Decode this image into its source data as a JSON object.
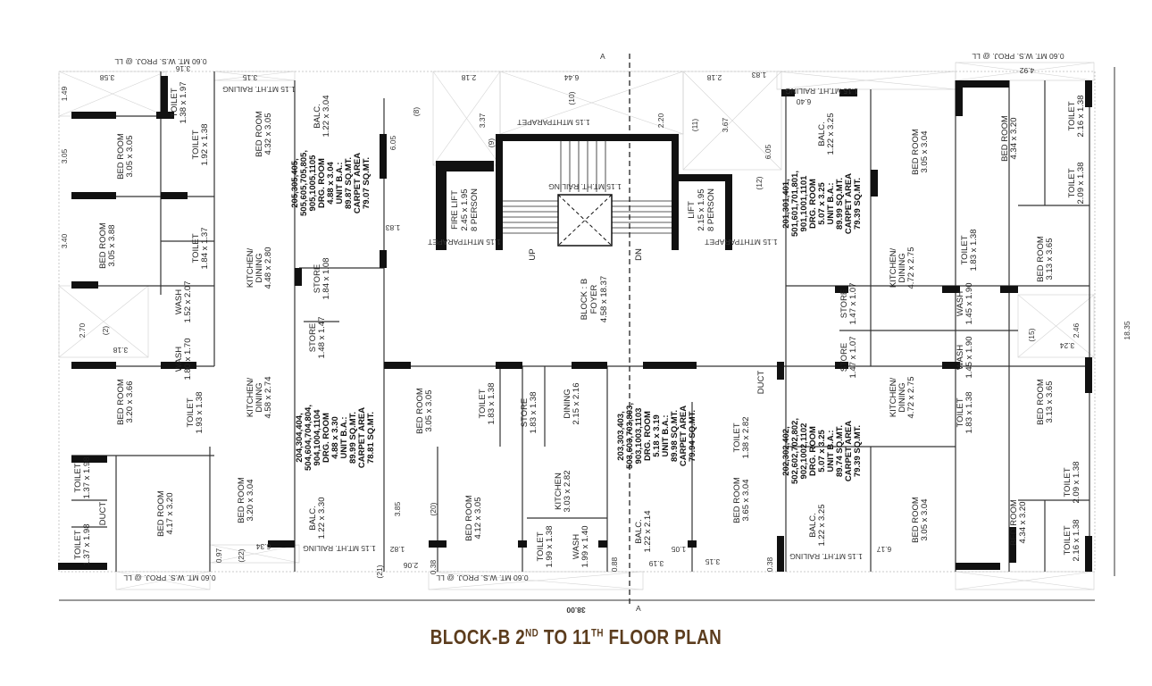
{
  "title": {
    "prefix": "BLOCK-B 2",
    "sup1": "ND",
    "mid": " TO 11",
    "sup2": "TH",
    "suffix": " FLOOR PLAN",
    "color": "#5c3d1e"
  },
  "overall": {
    "width": "38.00",
    "depth": "18.35"
  },
  "core": {
    "fire_lift": [
      "FIRE LIFT",
      "2.45 x 1.95",
      "8 PERSON"
    ],
    "lift": [
      "LIFT",
      "2.15 x 1.95",
      "8 PERSON"
    ],
    "foyer": [
      "BLOCK : B",
      "FOYER",
      "4.58 x 18.37"
    ],
    "up": "UP",
    "dn": "DN",
    "parapet": "1.15 MTHTPARAPET",
    "railing": "1.15 MT.HT. RAILING",
    "section_mark": "A"
  },
  "units": [
    [
      "205,305,405,",
      "505,605,705,805,",
      "905,1005,1105",
      "DRG. ROOM",
      "4.88 x 3.04",
      "UNIT B.A.:",
      "89.87 SQ.MT.",
      "CARPET AREA",
      "79.07 SQ.MT."
    ],
    [
      "204,304,404,",
      "504,604,704,804,",
      "904,1004,1104",
      "DRG. ROOM",
      "4.88 x 3.30",
      "UNIT B.A.:",
      "89.99 SQ.MT.",
      "CARPET AREA",
      "78.81 SQ.MT."
    ],
    [
      "203,303,403,",
      "503,603,703,803,",
      "903,1003,1103",
      "DRG. ROOM",
      "5.18 x 3.19",
      "UNIT B.A.:",
      "89.98 SQ.MT.",
      "CARPET AREA",
      "79.94 SQ.MT."
    ],
    [
      "202,302,402,",
      "502,602,702,802,",
      "902,1002,1102",
      "DRG. ROOM",
      "5.07 x 3.25",
      "UNIT B.A.:",
      "89.74 SQ.MT.",
      "CARPET AREA",
      "79.39 SQ.MT."
    ],
    [
      "201,301,401,",
      "501,601,701,801,",
      "901,1001,1101",
      "DRG. ROOM",
      "5.07 x 3.25",
      "UNIT B.A.:",
      "89.99 SQ.MT.",
      "CARPET AREA",
      "79.39 SQ.MT."
    ]
  ],
  "rooms": [
    [
      "TOILET",
      "1.38 x 1.97"
    ],
    [
      "BED ROOM",
      "4.32 x 3.05"
    ],
    [
      "TOILET",
      "1.92 x 1.38"
    ],
    [
      "BED ROOM",
      "3.05 x 3.05"
    ],
    [
      "BED ROOM",
      "3.05 x 3.88"
    ],
    [
      "TOILET",
      "1.84 x 1.37"
    ],
    [
      "KITCHEN/ DINING",
      "4.48 x 2.80"
    ],
    [
      "BALC.",
      "1.22 x 3.04"
    ],
    [
      "STORE",
      "1.84 x 1.08"
    ],
    [
      "WASH",
      "1.52 x 2.07"
    ],
    [
      "WASH",
      "1.80 x 1.70"
    ],
    [
      "STORE",
      "1.48 x 1.47"
    ],
    [
      "KITCHEN/ DINING",
      "4.58 x 2.74"
    ],
    [
      "BED ROOM",
      "3.20 x 3.66"
    ],
    [
      "TOILET",
      "1.93 x 1.38"
    ],
    [
      "BED ROOM",
      "4.17 x 3.20"
    ],
    [
      "BED ROOM",
      "3.20 x 3.04"
    ],
    [
      "TOILET",
      "1.37 x 1.98"
    ],
    [
      "TOILET",
      "1.37 x 1.98"
    ],
    [
      "DUCT",
      ""
    ],
    [
      "BALC.",
      "1.22 x 3.30"
    ],
    [
      "BED ROOM",
      "3.05 x 3.05"
    ],
    [
      "TOILET",
      "1.83 x 1.38"
    ],
    [
      "STORE",
      "1.83 x 1.38"
    ],
    [
      "DINING",
      "2.15 x 2.16"
    ],
    [
      "KITCHEN",
      "3.03 x 2.82"
    ],
    [
      "BED ROOM",
      "4.12 x 3.05"
    ],
    [
      "TOILET",
      "1.99 x 1.38"
    ],
    [
      "WASH",
      "1.99 x 1.40"
    ],
    [
      "BALC.",
      "1.22 x 2.14"
    ],
    [
      "TOILET",
      "1.38 x 2.82"
    ],
    [
      "BED ROOM",
      "3.65 x 3.04"
    ],
    [
      "DUCT",
      ""
    ],
    [
      "BALC.",
      "1.22 x 3.25"
    ],
    [
      "KITCHEN/ DINING",
      "4.72 x 2.75"
    ],
    [
      "BED ROOM",
      "3.05 x 3.04"
    ],
    [
      "TOILET",
      "1.83 x 1.38"
    ],
    [
      "BED ROOM",
      "3.13 x 3.65"
    ],
    [
      "TOILET",
      "2.09 x 1.38"
    ],
    [
      "BED ROOM",
      "4.34 x 3.20"
    ],
    [
      "TOILET",
      "2.16 x 1.38"
    ],
    [
      "STORE",
      "1.47 x 1.07"
    ],
    [
      "WASH",
      "1.45 x 1.90"
    ],
    [
      "BALC.",
      "1.22 x 3.25"
    ],
    [
      "BED ROOM",
      "3.05 x 3.04"
    ],
    [
      "BED ROOM",
      "4.34 x 3.20"
    ],
    [
      "TOILET",
      "2.16 x 1.38"
    ],
    [
      "TOILET",
      "2.09 x 1.38"
    ],
    [
      "BED ROOM",
      "3.13 x 3.65"
    ],
    [
      "TOILET",
      "1.83 x 1.38"
    ],
    [
      "KITCHEN/ DINING",
      "4.72 x 2.75"
    ],
    [
      "STORE",
      "1.47 x 1.07"
    ],
    [
      "WASH",
      "1.45 x 1.90"
    ]
  ],
  "dims": [
    "3.58",
    "3.16",
    "3.15",
    "2.18",
    "6.44",
    "2.18",
    "1.83",
    "4.92",
    "1.49",
    "3.05",
    "3.40",
    "2.70",
    "3.18",
    "6.05",
    "6.05",
    "3.37",
    "2.20",
    "3.67",
    "1.83",
    "6.40",
    "2.46",
    "3.24",
    "6.34",
    "1.82",
    "2.06",
    "0.38",
    "0.88",
    "3.19",
    "1.05",
    "3.15",
    "0.38",
    "6.17",
    "0.97",
    "3.85",
    "0.60 MT. W.S. PROJ. @ LL",
    "0.60 MT. W.S. PROJ. @ LL",
    "0.60 MT. W.S. PROJ. @ LL",
    "0.60 MT. W.S. PROJ. @ LL",
    "1.15 MT.HT. RAILING",
    "1.15 MT.HT. RAILING",
    "1.15 MT.HT. RAILING",
    "1.15 MT.HT. RAILING",
    "(8)",
    "(9)",
    "(10)",
    "(11)",
    "(12)",
    "(20)",
    "(21)",
    "(22)",
    "(2)",
    "(15)"
  ]
}
